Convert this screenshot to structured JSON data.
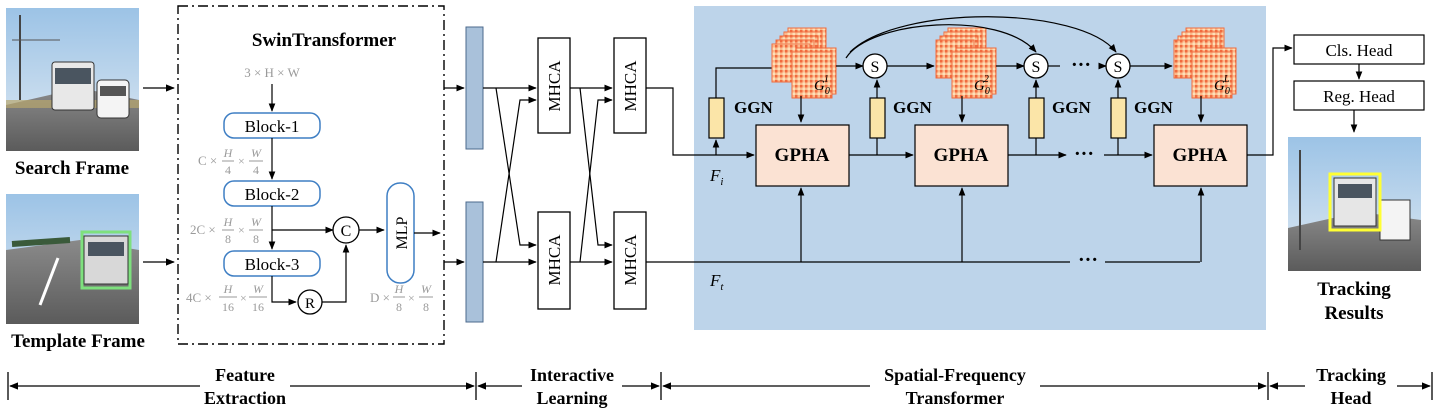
{
  "images": {
    "search_frame": "Search Frame",
    "template_frame": "Template Frame",
    "tracking_results_line1": "Tracking",
    "tracking_results_line2": "Results"
  },
  "backbone": {
    "title": "SwinTransformer",
    "input_dims": "3 × H × W",
    "block1": "Block-1",
    "block2": "Block-2",
    "block3": "Block-3",
    "dim1_prefix": "C ×",
    "dim1_h": "H",
    "dim1_hd": "4",
    "dim1_w": "W",
    "dim1_wd": "4",
    "dim2_prefix": "2C ×",
    "dim2_h": "H",
    "dim2_hd": "8",
    "dim2_w": "W",
    "dim2_wd": "8",
    "dim3_prefix": "4C ×",
    "dim3_h": "H",
    "dim3_hd": "16",
    "dim3_w": "W",
    "dim3_wd": "16",
    "concat": "C",
    "reshape": "R",
    "mlp": "MLP",
    "out_prefix": "D ×",
    "out_h": "H",
    "out_hd": "8",
    "out_w": "W",
    "out_wd": "8"
  },
  "interactive": {
    "mhca": "MHCA"
  },
  "sft": {
    "ggn": "GGN",
    "gpha": "GPHA",
    "s": "S",
    "ellipsis": "···",
    "fi_main": "F",
    "fi_sub": "i",
    "ft_main": "F",
    "ft_sub": "t",
    "g_main": "G",
    "g_sub": "0",
    "g1_sup": "1",
    "g2_sup": "2",
    "gL_sup": "L"
  },
  "heads": {
    "cls": "Cls. Head",
    "reg": "Reg. Head"
  },
  "stages": {
    "feature_1": "Feature",
    "feature_2": "Extraction",
    "interactive_1": "Interactive",
    "interactive_2": "Learning",
    "sft_1": "Spatial-Frequency",
    "sft_2": "Transformer",
    "head_1": "Tracking",
    "head_2": "Head"
  },
  "colors": {
    "panel_bg": "#bdd4ea",
    "gpha_fill": "#fbe2d3",
    "ggn_fill": "#fbe5a8",
    "feature_bar": "#a9c1da",
    "block_border": "#3f7fc4",
    "dim_text": "#9a9a9a",
    "bbox_search": "#ffff33",
    "bbox_template": "#7ee07e"
  }
}
